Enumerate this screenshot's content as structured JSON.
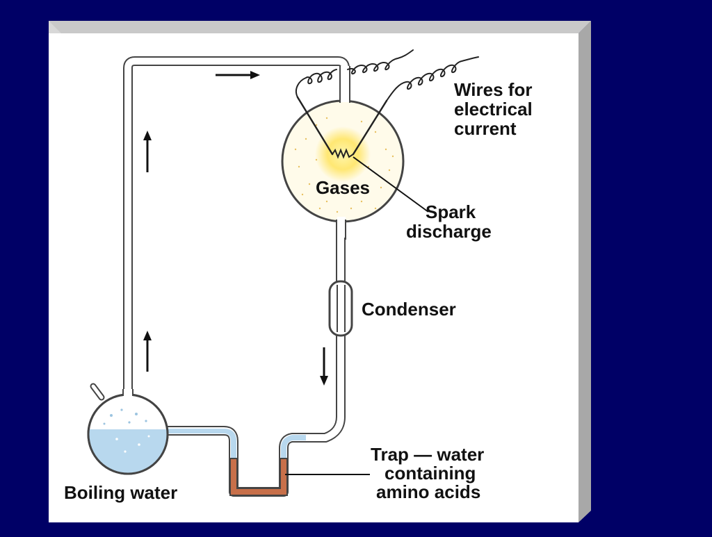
{
  "labels": {
    "wires_line1": "Wires for",
    "wires_line2": "electrical",
    "wires_line3": "current",
    "gases": "Gases",
    "spark_line1": "Spark",
    "spark_line2": "discharge",
    "condenser": "Condenser",
    "trap_line1": "Trap — water",
    "trap_line2": "containing",
    "trap_line3": "amino acids",
    "boiling_water": "Boiling water"
  },
  "colors": {
    "background": "#000066",
    "panel": "#ffffff",
    "panel_edge": "#b8b8b8",
    "glass_outline": "#444444",
    "water": "#b8d8ee",
    "trap_liquid": "#c8704a",
    "spark_glow": "#ffe566",
    "gas_dots": "#e8c060"
  }
}
